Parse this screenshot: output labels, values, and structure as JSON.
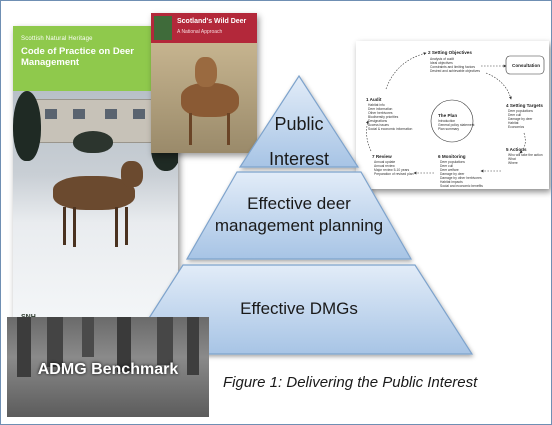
{
  "cover": {
    "org": "Scottish Natural Heritage",
    "title": "Code of Practice on Deer Management",
    "logo": "SNH",
    "colors": {
      "green": "#8fc94c"
    }
  },
  "booklet2": {
    "title": "Scotland's Wild Deer",
    "subtitle": "A National Approach"
  },
  "cycle": {
    "nodes": [
      {
        "id": "objectives",
        "title": "2 Setting Objectives",
        "items": [
          "Analysis of audit",
          "Ideal objectives",
          "Constraints and limiting factors",
          "Desired and achievable objectives"
        ]
      },
      {
        "id": "consultation",
        "title": "Consultation",
        "items": []
      },
      {
        "id": "audit",
        "title": "1 Audit",
        "items": [
          "Habitat info",
          "Deer information",
          "Other herbivores",
          "Biodiversity priorities",
          "Designations",
          "Access issues",
          "Social & economic information"
        ]
      },
      {
        "id": "plan",
        "title": "The Plan",
        "items": [
          "Introduction",
          "General policy statement",
          "Plan summary"
        ]
      },
      {
        "id": "targets",
        "title": "4 Setting Targets",
        "items": [
          "Deer populations",
          "Deer cull",
          "Damage by deer",
          "Habitat",
          "Economics"
        ]
      },
      {
        "id": "review",
        "title": "7 Review",
        "items": [
          "Annual update",
          "Annual review",
          "Major review 5-10 years",
          "Preparation of revised plan"
        ]
      },
      {
        "id": "monitoring",
        "title": "6 Monitoring",
        "items": [
          "Deer populations",
          "Deer cull",
          "Deer welfare",
          "Damage by deer",
          "Damage by other herbivores",
          "Habitat impacts",
          "Social and economic benefits"
        ]
      },
      {
        "id": "actions",
        "title": "5 Actions",
        "items": [
          "Who will take the action",
          "What",
          "Where"
        ]
      }
    ]
  },
  "pyramid": {
    "top": [
      "Public",
      "Interest"
    ],
    "middle": [
      "Effective deer",
      "management planning"
    ],
    "bottom": "Effective DMGs",
    "colors": {
      "fill_top": "#dde9f6",
      "fill_bottom": "#a9c6e6",
      "edge": "#7ea3cc"
    }
  },
  "photo_label": "ADMG Benchmark",
  "caption": "Figure 1: Delivering the Public Interest"
}
